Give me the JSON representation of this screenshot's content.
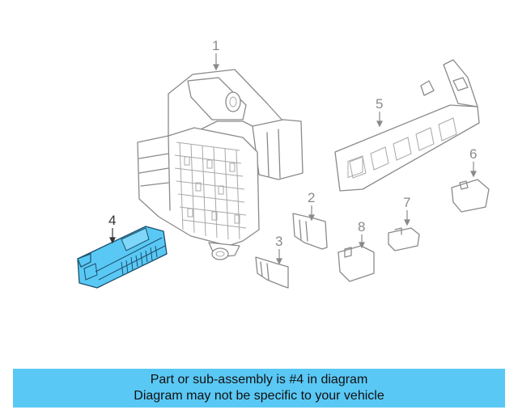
{
  "diagram": {
    "callouts": [
      "1",
      "2",
      "3",
      "4",
      "5",
      "6",
      "7",
      "8"
    ],
    "highlight_color": "#5ac8f5",
    "line_color": "#8a8a8a"
  },
  "banner": {
    "line1": "Part or sub-assembly is #4 in diagram",
    "line2": "Diagram may not be specific to your vehicle",
    "background": "#5ac8f5"
  }
}
